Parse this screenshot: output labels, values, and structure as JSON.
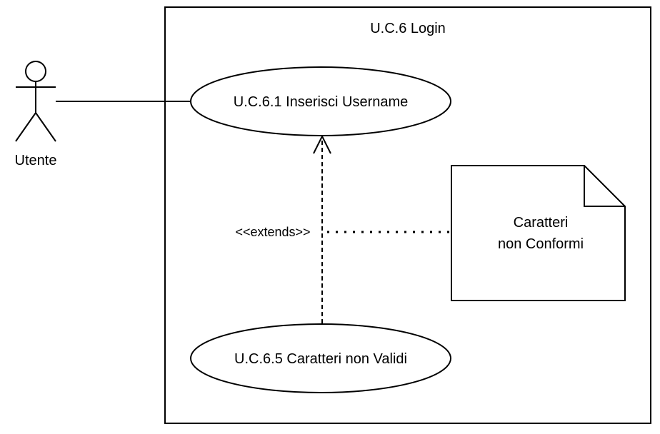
{
  "system": {
    "title": "U.C.6 Login"
  },
  "actor": {
    "name": "Utente"
  },
  "use_cases": {
    "main": "U.C.6.1 Inserisci Username",
    "extension": "U.C.6.5 Caratteri non Validi"
  },
  "relationship": {
    "stereotype": "<<extends>>"
  },
  "note": {
    "line1": "Caratteri",
    "line2": "non Conformi"
  },
  "colors": {
    "stroke": "#000000",
    "fill": "#ffffff"
  }
}
